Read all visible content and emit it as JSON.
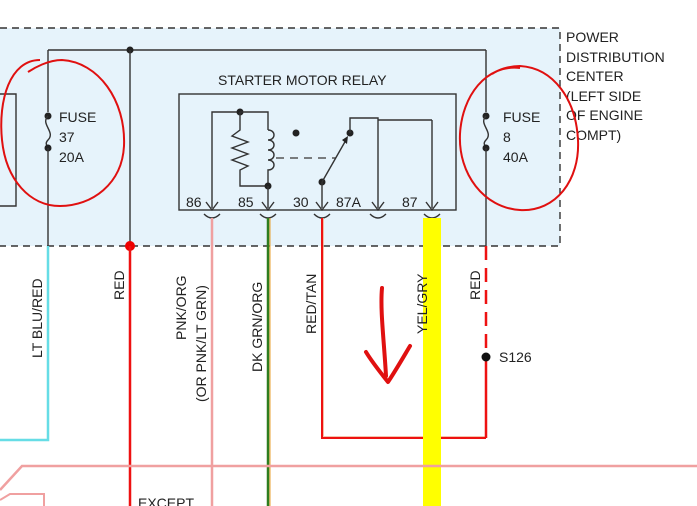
{
  "pdc": {
    "line1": "POWER",
    "line2": "DISTRIBUTION",
    "line3": "CENTER",
    "line4": "(LEFT SIDE",
    "line5": "OF ENGINE",
    "line6": "COMPT)"
  },
  "relay": {
    "title": "STARTER MOTOR RELAY",
    "pins": [
      "86",
      "85",
      "30",
      "87A",
      "87"
    ]
  },
  "fuse37": {
    "label": "FUSE",
    "number": "37",
    "rating": "20A"
  },
  "fuse8": {
    "label": "FUSE",
    "number": "8",
    "rating": "40A"
  },
  "wires": {
    "lt_blu_red": "LT BLU/RED",
    "red_left": "RED",
    "pnk_org": "PNK/ORG",
    "pnk_org_alt": "(OR PNK/LT GRN)",
    "dk_grn_org": "DK GRN/ORG",
    "red_tan": "RED/TAN",
    "yel_gry": "YEL/GRY",
    "red_right": "RED"
  },
  "splice": "S126",
  "bottom_text": "EXCEPT",
  "colors": {
    "box_fill": "#e6f3fb",
    "red_wire": "#ee1111",
    "pink_wire": "#f0a0a0",
    "green_wire": "#2e7d1e",
    "yellow_wire": "#ffff00",
    "cyan_wire": "#66dde6",
    "annotation": "#e01010"
  }
}
